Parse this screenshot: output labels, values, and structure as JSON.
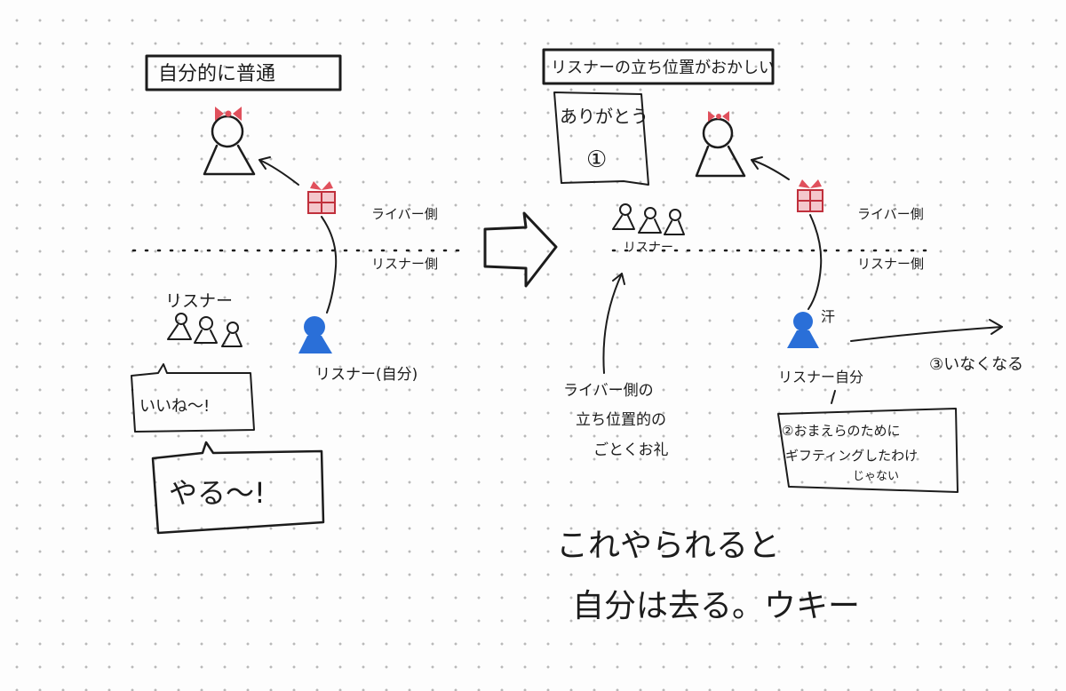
{
  "left_panel": {
    "title": "自分的に普通",
    "liver_side": "ライバー側",
    "listener_side": "リスナー側",
    "listeners_label": "リスナー",
    "self_label": "リスナー(自分)",
    "bubble_1": "いいね〜!",
    "bubble_2": "やる〜!"
  },
  "right_panel": {
    "title": "リスナーの立ち位置がおかしい",
    "thanks_text": "ありがとう",
    "step_1": "①",
    "liver_side": "ライバー側",
    "listener_side": "リスナー側",
    "listeners_label": "リスナー",
    "note_liver_side_line1": "ライバー側の",
    "note_liver_side_line2": "立ち位置的の",
    "note_liver_side_line3": "ごとくお礼",
    "self_label": "リスナー自分",
    "sweat": "汗",
    "step_2_line1": "②おまえらのために",
    "step_2_line2": "ギフティングしたわけ",
    "step_2_line3": "じゃない",
    "step_3": "③いなくなる"
  },
  "conclusion": {
    "line1": "これやられると",
    "line2": "自分は去る。ウキー"
  },
  "colors": {
    "ink": "#1c1c1c",
    "ribbon": "#e0505c",
    "self_figure": "#2a6fd8",
    "dot_grid": "#b9b9b9"
  }
}
